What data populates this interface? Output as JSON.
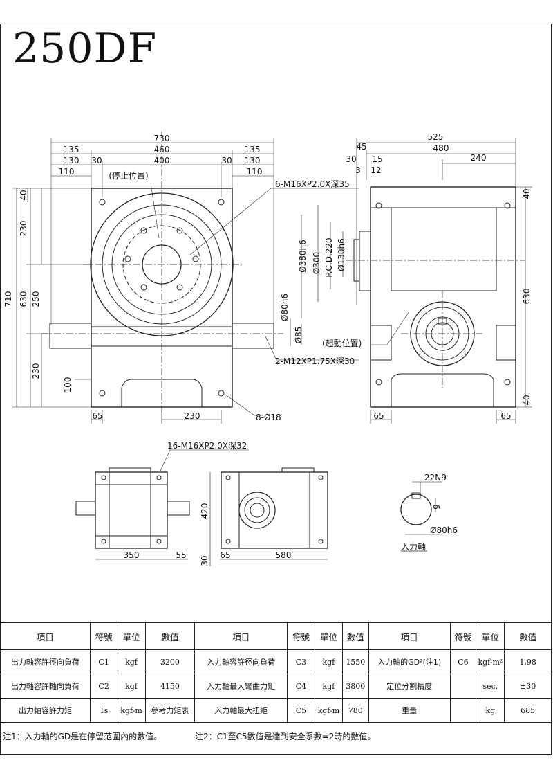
{
  "title": "250DF",
  "labels": {
    "stop_position": "(停止位置)",
    "start_position": "(起動位置)",
    "note_6m16": "6-M16XP2.0X深35",
    "note_2m12": "2-M12XP1.75X深30",
    "note_8018": "8-Ø18",
    "note_16m16": "16-M16XP2.0X深32",
    "input_shaft": "入力軸"
  },
  "dims": {
    "d730": "730",
    "d135a": "135",
    "d460": "460",
    "d135b": "135",
    "d130a": "130",
    "d30a": "30",
    "d400": "400",
    "d30b": "30",
    "d130b": "130",
    "d110a": "110",
    "d110b": "110",
    "d710": "710",
    "d40a": "40",
    "d230a": "230",
    "d630a": "630",
    "d250": "250",
    "d230b": "230",
    "d100": "100",
    "phi80h6": "Ø80h6",
    "d85": "Ø85",
    "d65a": "65",
    "d230c": "230",
    "d525": "525",
    "d45": "45",
    "d480": "480",
    "d30c": "30",
    "d15": "15",
    "d240": "240",
    "d3": "3",
    "d12": "12",
    "phi380h6": "Ø380h6",
    "phi300": "Ø300",
    "pcd220": "P.C.D.220",
    "phi130h6": "Ø130h6",
    "d40b": "40",
    "d630b": "630",
    "d40c": "40",
    "d65b": "65",
    "d65c": "65",
    "d350": "350",
    "d55": "55",
    "d420": "420",
    "d30d": "30",
    "d65d": "65",
    "d580": "580",
    "d22n9": "22N9",
    "d9": "9",
    "phi80h6_detail": "Ø80h6"
  },
  "table": {
    "headers": [
      "項目",
      "符號",
      "單位",
      "數值",
      "項目",
      "符號",
      "單位",
      "數值",
      "項目",
      "符號",
      "單位",
      "數值"
    ],
    "rows": [
      [
        "出力軸容許徑向負荷",
        "C1",
        "kgf",
        "3200",
        "入力軸容許徑向負荷",
        "C3",
        "kgf",
        "1550",
        "入力軸的GD²(注1)",
        "C6",
        "kgf-m²",
        "1.98"
      ],
      [
        "出力軸容許軸向負荷",
        "C2",
        "kgf",
        "4150",
        "入力軸最大彎曲力矩",
        "C4",
        "kgf",
        "3800",
        "定位分割精度",
        "",
        "sec.",
        "±30"
      ],
      [
        "出力軸容許力矩",
        "Ts",
        "kgf-m",
        "參考力矩表",
        "入力軸最大扭矩",
        "C5",
        "kgf-m",
        "780",
        "重量",
        "",
        "kg",
        "685"
      ]
    ]
  },
  "notes": [
    "注1：入力軸的GD是在停留范圍內的數值。",
    "注2：C1至C5數值是達到安全系數=2時的數值。"
  ]
}
